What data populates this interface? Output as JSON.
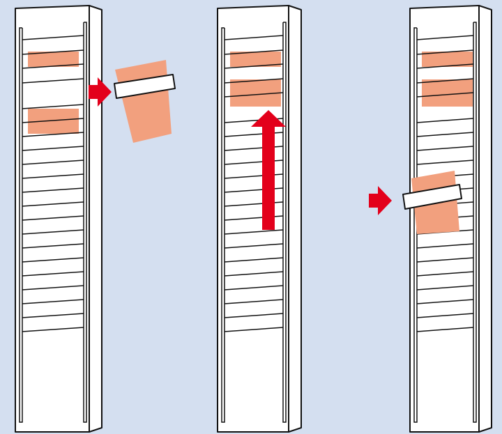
{
  "colors": {
    "background": "#d4dff0",
    "panel": "#ffffff",
    "outline": "#111111",
    "card": "#f2a07e",
    "arrow": "#e3001b"
  },
  "steps": [
    {
      "name": "insert-card",
      "cards_in_rack": 2,
      "action": "insert",
      "arrow_icon": "arrow-right-icon"
    },
    {
      "name": "slide-up",
      "cards_in_rack": 2,
      "action": "move-up",
      "arrow_icon": "arrow-up-icon"
    },
    {
      "name": "card-stacked",
      "cards_in_rack": 2,
      "action": "insert",
      "arrow_icon": "arrow-right-icon"
    }
  ]
}
